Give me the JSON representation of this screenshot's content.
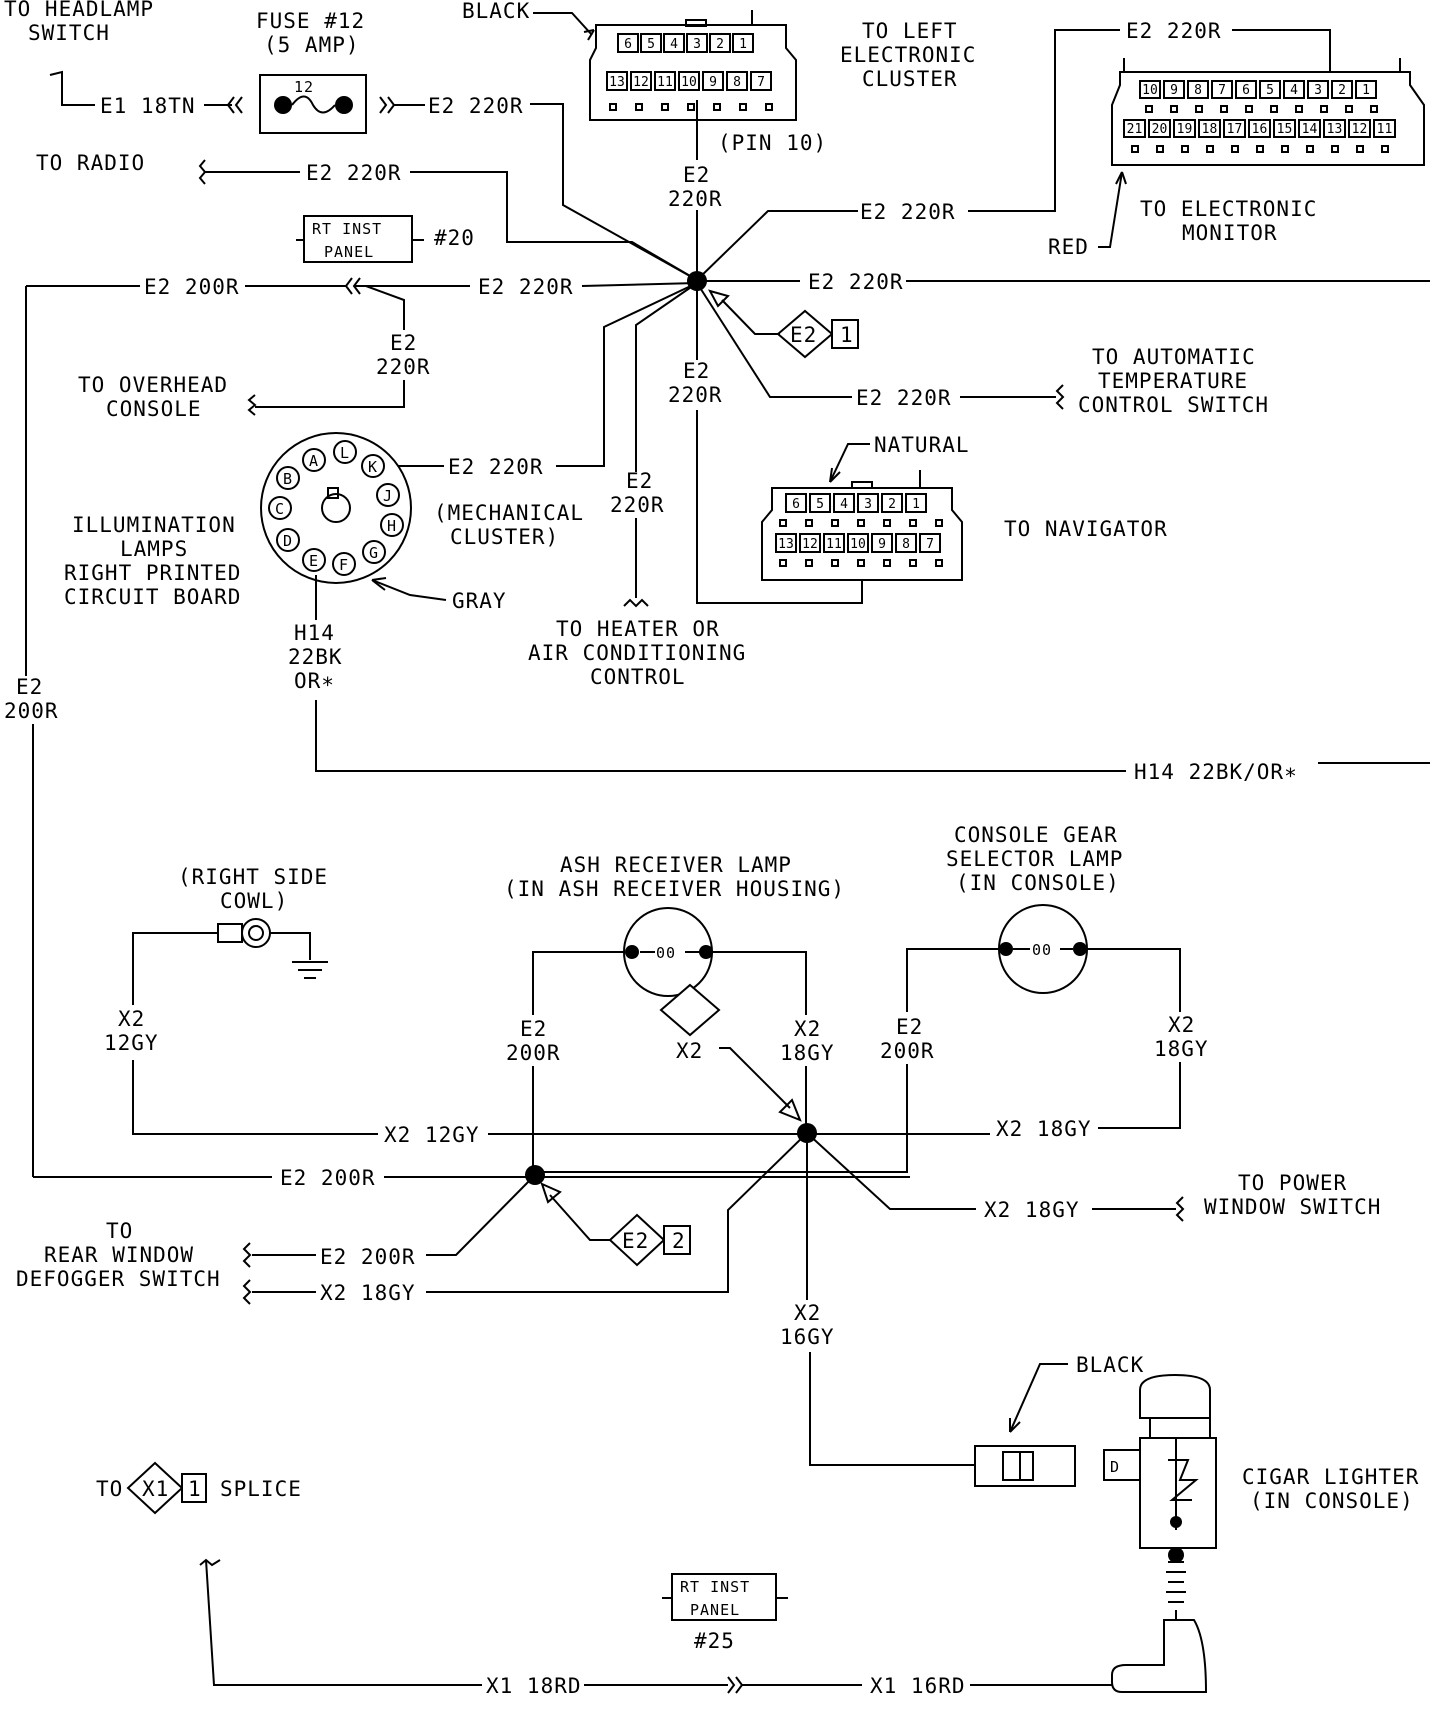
{
  "labels": {
    "headlamp": [
      "TO HEADLAMP",
      "SWITCH"
    ],
    "fuse": [
      "FUSE #12",
      "(5 AMP)"
    ],
    "fuse_num": "12",
    "e1_wire": "E1 18TN",
    "e2_220r": "E2 220R",
    "e2_200r": "E2 200R",
    "e2": "E2",
    "w220r": "220R",
    "w200r": "200R",
    "black": "BLACK",
    "left_cluster": [
      "TO LEFT",
      "ELECTRONIC",
      "CLUSTER"
    ],
    "pin10": "(PIN 10)",
    "red": "RED",
    "elec_monitor": [
      "TO ELECTRONIC",
      "MONITOR"
    ],
    "radio": "TO RADIO",
    "rt_inst_panel": [
      "RT INST",
      "PANEL"
    ],
    "panel20": "#20",
    "panel25": "#25",
    "overhead": [
      "TO OVERHEAD",
      "CONSOLE"
    ],
    "auto_temp": [
      "TO AUTOMATIC",
      "TEMPERATURE",
      "CONTROL SWITCH"
    ],
    "splice_e2": "E2",
    "splice_1": "1",
    "splice_2": "2",
    "natural": "NATURAL",
    "navigator": "TO NAVIGATOR",
    "mech_cluster": [
      "(MECHANICAL",
      "CLUSTER)"
    ],
    "illum": [
      "ILLUMINATION",
      "LAMPS",
      "RIGHT PRINTED",
      "CIRCUIT BOARD"
    ],
    "gray": "GRAY",
    "h14": [
      "H14",
      "22BK",
      "OR∗"
    ],
    "h14_wire": "H14 22BK/OR∗",
    "heater": [
      "TO HEATER OR",
      "AIR CONDITIONING",
      "CONTROL"
    ],
    "right_cowl": [
      "(RIGHT SIDE",
      "COWL)"
    ],
    "ash_lamp": [
      "ASH RECEIVER LAMP",
      "(IN ASH RECEIVER HOUSING)"
    ],
    "console_lamp": [
      "CONSOLE GEAR",
      "SELECTOR LAMP",
      "(IN CONSOLE)"
    ],
    "x2": "X2",
    "w12gy": "12GY",
    "w18gy": "18GY",
    "w16gy": "16GY",
    "x2_12gy": "X2 12GY",
    "x2_18gy": "X2 18GY",
    "power_window": [
      "TO POWER",
      "WINDOW SWITCH"
    ],
    "rear_defog": [
      "TO",
      "REAR WINDOW",
      "DEFOGGER SWITCH"
    ],
    "cigar": [
      "CIGAR LIGHTER",
      "(IN CONSOLE)"
    ],
    "splice_x1_to": "TO",
    "splice_x1": "X1",
    "splice_x1_word": "SPLICE",
    "x1_18rd": "X1 18RD",
    "x1_16rd": "X1 16RD",
    "lamp_filament": "00",
    "lighter_d": "D"
  },
  "connectors": {
    "black_top": [
      "6",
      "5",
      "4",
      "3",
      "2",
      "1"
    ],
    "black_bottom": [
      "13",
      "12",
      "11",
      "10",
      "9",
      "8",
      "7"
    ],
    "monitor_top": [
      "10",
      "9",
      "8",
      "7",
      "6",
      "5",
      "4",
      "3",
      "2",
      "1"
    ],
    "monitor_bottom": [
      "21",
      "20",
      "19",
      "18",
      "17",
      "16",
      "15",
      "14",
      "13",
      "12",
      "11"
    ],
    "mech_pins": [
      "A",
      "L",
      "K",
      "B",
      "J",
      "C",
      "H",
      "D",
      "G",
      "E",
      "F"
    ]
  },
  "colors": {
    "line": "#000000",
    "background": "#ffffff"
  }
}
